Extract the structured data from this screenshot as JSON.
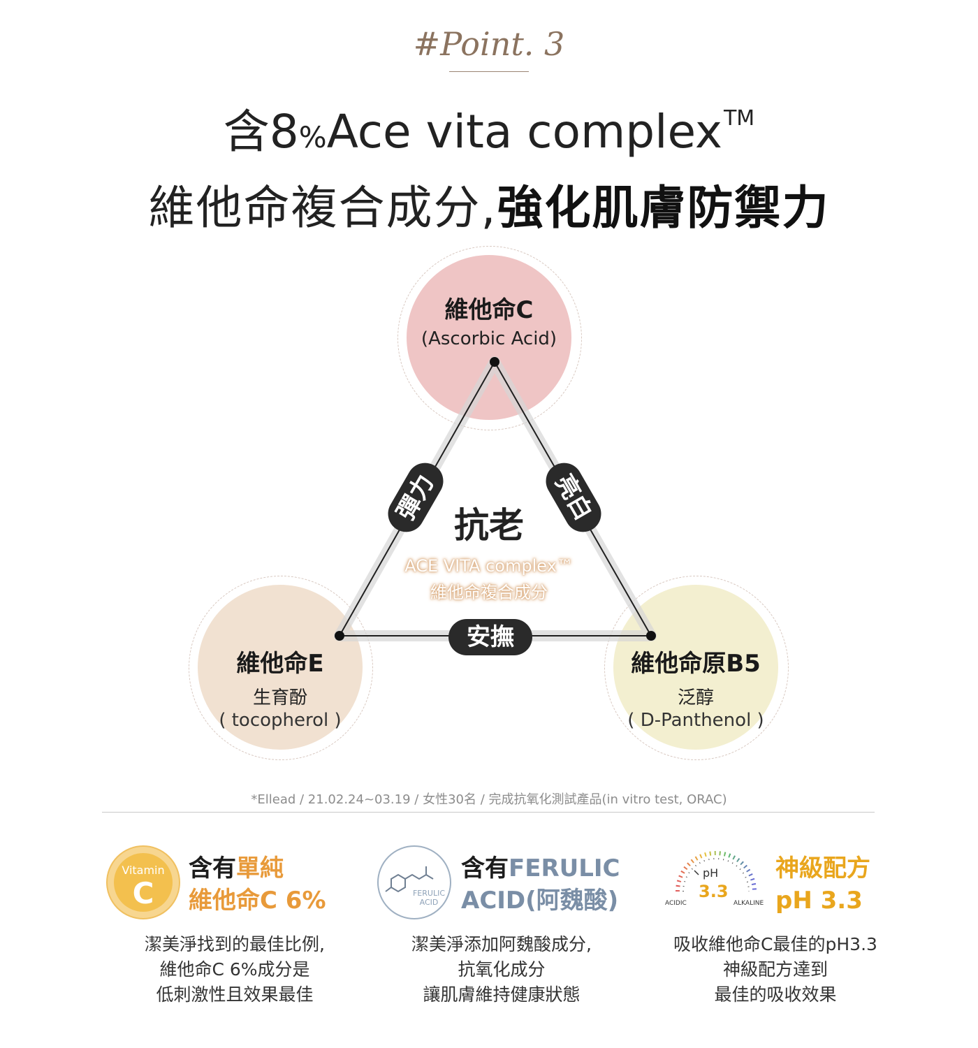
{
  "header": {
    "point_label": "#Point. 3",
    "title_line1_prefix": "含8",
    "title_line1_percent": "%",
    "title_line1_main": "Ace vita complex",
    "title_line1_tm": "TM",
    "title_line2_normal": "維他命複合成分,",
    "title_line2_bold": "強化肌膚防禦力"
  },
  "diagram": {
    "circle_c": {
      "title": "維他命C",
      "sub": "(Ascorbic Acid)",
      "color": "#efc5c5"
    },
    "circle_e": {
      "title": "維他命E",
      "sub": "生育酚",
      "paren": "( tocopherol )",
      "color": "#f1e1d1"
    },
    "circle_b5": {
      "title": "維他命原B5",
      "sub": "泛醇",
      "paren": "( D-Panthenol )",
      "color": "#f3efd0"
    },
    "pill_left": "彈力",
    "pill_right": "亮白",
    "pill_bottom": "安撫",
    "center_word": "抗老",
    "ace_line1": "ACE VITA complex™",
    "ace_line2": "維他命複合成分"
  },
  "footnote": "*Ellead / 21.02.24~03.19 / 女性30名 / 完成抗氧化測試產品(in vitro test, ORAC)",
  "features": [
    {
      "icon": "vitamin-c-icon",
      "icon_text_top": "Vitamin",
      "icon_text_main": "C",
      "title_a_black": "含有",
      "title_a_color": "單純",
      "title_b": "維他命C 6%",
      "desc": [
        "潔美淨找到的最佳比例,",
        "維他命C 6%成分是",
        "低刺激性且效果最佳"
      ],
      "accent": "#e89a3a"
    },
    {
      "icon": "ferulic-acid-molecule-icon",
      "icon_text_1": "FERULIC",
      "icon_text_2": "ACID",
      "title_a_black": "含有",
      "title_a_color": "FERULIC",
      "title_b": "ACID(阿魏酸)",
      "desc": [
        "潔美淨添加阿魏酸成分,",
        "抗氧化成分",
        "讓肌膚維持健康狀態"
      ],
      "accent": "#7a8ea6"
    },
    {
      "icon": "ph-gauge-icon",
      "icon_text_ph": "pH",
      "icon_text_value": "3.3",
      "icon_text_acidic": "ACIDIC",
      "icon_text_alkaline": "ALKALINE",
      "title_a": "神級配方",
      "title_b": "pH 3.3",
      "desc": [
        "吸收維他命C最佳的pH3.3",
        "神級配方達到",
        "最佳的吸收效果"
      ],
      "accent": "#e9a61d"
    }
  ]
}
